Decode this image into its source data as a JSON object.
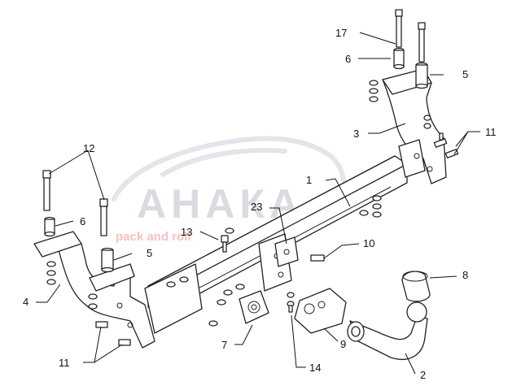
{
  "watermark": {
    "brand": "АНАКА",
    "slogan": "pack and roll"
  },
  "callouts": [
    {
      "id": "label-1",
      "text": "1"
    },
    {
      "id": "label-2",
      "text": "2"
    },
    {
      "id": "label-3",
      "text": "3"
    },
    {
      "id": "label-4",
      "text": "4"
    },
    {
      "id": "label-5-right",
      "text": "5"
    },
    {
      "id": "label-5-left",
      "text": "5"
    },
    {
      "id": "label-6-right",
      "text": "6"
    },
    {
      "id": "label-6-left",
      "text": "6"
    },
    {
      "id": "label-7",
      "text": "7"
    },
    {
      "id": "label-8",
      "text": "8"
    },
    {
      "id": "label-9",
      "text": "9"
    },
    {
      "id": "label-10",
      "text": "10"
    },
    {
      "id": "label-11-right",
      "text": "11"
    },
    {
      "id": "label-11-left",
      "text": "11"
    },
    {
      "id": "label-12",
      "text": "12"
    },
    {
      "id": "label-13",
      "text": "13"
    },
    {
      "id": "label-14",
      "text": "14"
    },
    {
      "id": "label-17",
      "text": "17"
    },
    {
      "id": "label-23",
      "text": "23"
    }
  ]
}
